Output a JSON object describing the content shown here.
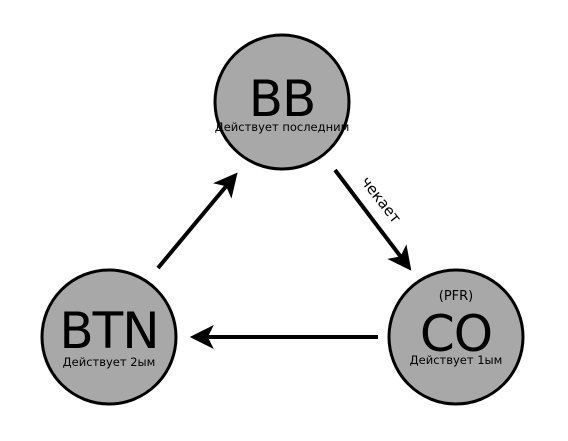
{
  "nodes": {
    "bb": {
      "abbr": "BB",
      "desc": "Действует последним"
    },
    "btn": {
      "abbr": "BTN",
      "desc": "Действует 2ым"
    },
    "co": {
      "tag": "(PFR)",
      "abbr": "CO",
      "desc": "Действует 1ым"
    }
  },
  "edges": {
    "bb_to_co": {
      "label": "чекает"
    }
  },
  "colors": {
    "node_fill": "#a8a8a8",
    "stroke": "#000000",
    "background": "#ffffff"
  }
}
